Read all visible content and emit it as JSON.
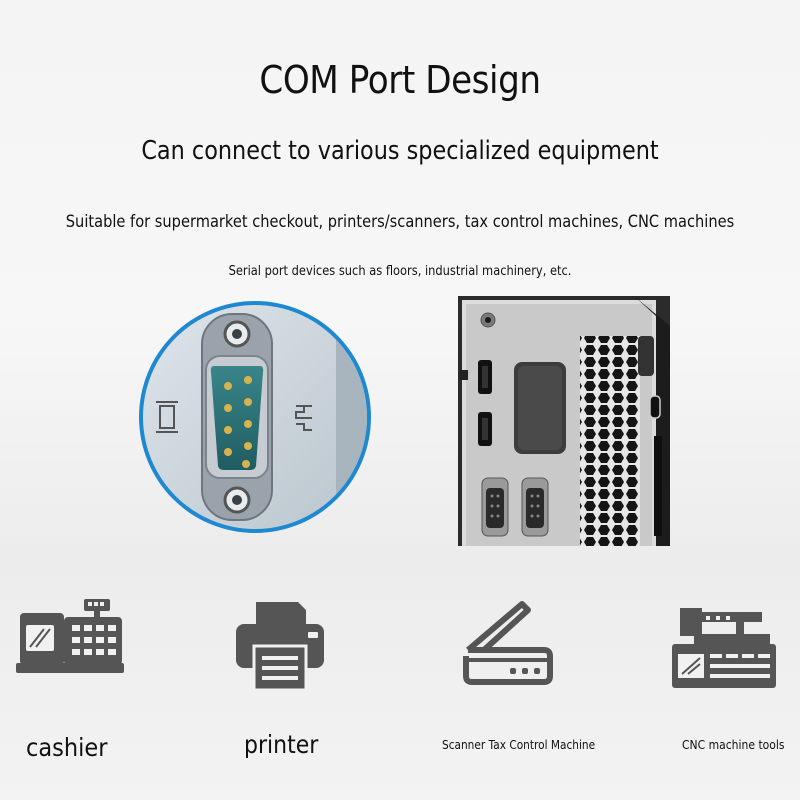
{
  "header": {
    "title": "COM Port Design",
    "subtitle": "Can connect to various specialized equipment",
    "description": "Suitable for supermarket checkout, printers/scanners, tax control machines, CNC machines",
    "note": "Serial port devices such as floors, industrial machinery, etc."
  },
  "features": [
    {
      "label": "cashier",
      "icon": "cash-register-icon"
    },
    {
      "label": "printer",
      "icon": "printer-icon"
    },
    {
      "label": "Scanner Tax Control Machine",
      "icon": "scanner-icon"
    },
    {
      "label": "CNC machine tools",
      "icon": "cnc-machine-icon"
    }
  ],
  "colors": {
    "icon_gray": "#555555",
    "zoom_ring_blue": "#1e88d0",
    "connector_teal": "#2a6f73",
    "pin_gold": "#d8b24a"
  }
}
